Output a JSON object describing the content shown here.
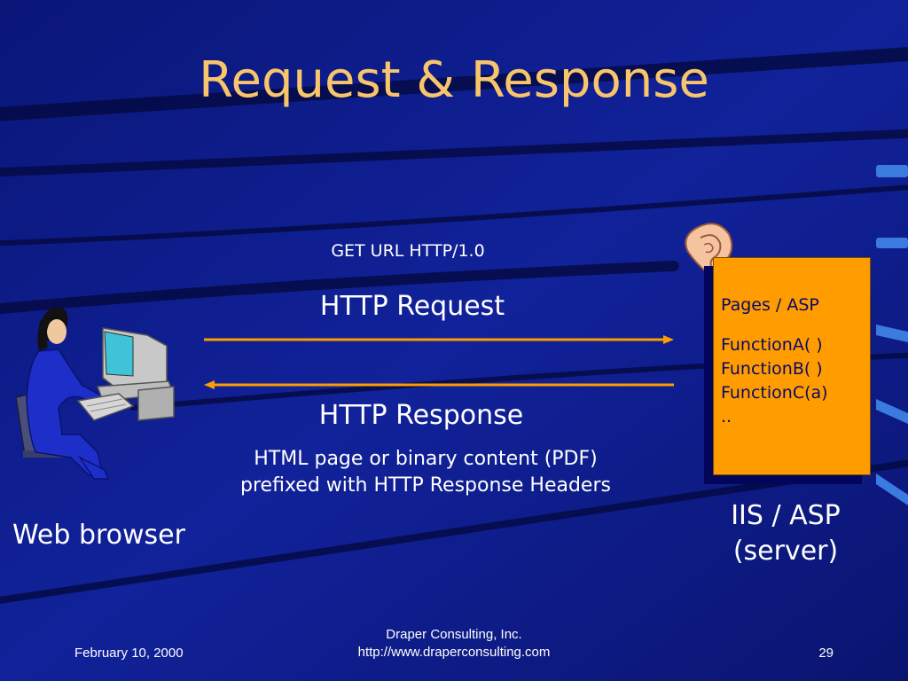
{
  "slide": {
    "title": "Request & Response",
    "colors": {
      "background": "#0d1a8c",
      "title": "#f9c56c",
      "arrow": "#ff9c00",
      "server_box": "#ff9c00"
    }
  },
  "diagram": {
    "request_line": "GET URL HTTP/1.0",
    "request_label": "HTTP Request",
    "response_label": "HTTP Response",
    "response_desc_1": "HTML page or binary content (PDF)",
    "response_desc_2": "prefixed with HTTP Response Headers",
    "client_label": "Web browser",
    "server_label_1": "IIS / ASP",
    "server_label_2": "(server)",
    "server_doc": {
      "heading": "Pages / ASP",
      "functions": [
        "FunctionA( )",
        "FunctionB( )",
        "FunctionC(a)",
        ".."
      ]
    },
    "icons": {
      "client": "person-at-computer-icon",
      "server": "ear-icon"
    }
  },
  "footer": {
    "date": "February 10, 2000",
    "company": "Draper Consulting, Inc.",
    "url": "http://www.draperconsulting.com",
    "page": "29"
  }
}
